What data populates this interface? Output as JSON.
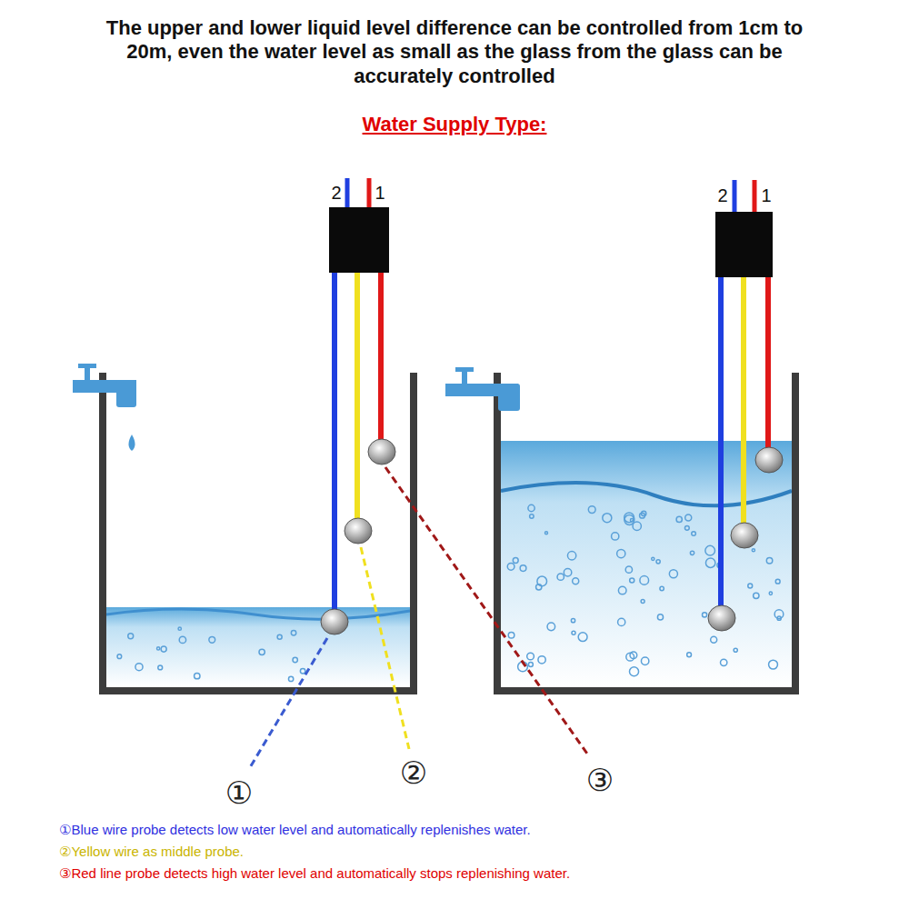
{
  "diagram": {
    "title": "The upper and lower liquid level difference can be controlled from 1cm to 20m, even the water level as small as the glass from the glass can be accurately controlled",
    "labels": [
      "Water Supply Type:",
      "2",
      "1",
      "2",
      "1",
      "①",
      "②",
      "③",
      "①Blue wire probe detects low water level and automatically replenishes water.",
      "②Yellow wire as middle probe.",
      "③Red line probe detects high water level and automatically stops replenishing water."
    ]
  }
}
